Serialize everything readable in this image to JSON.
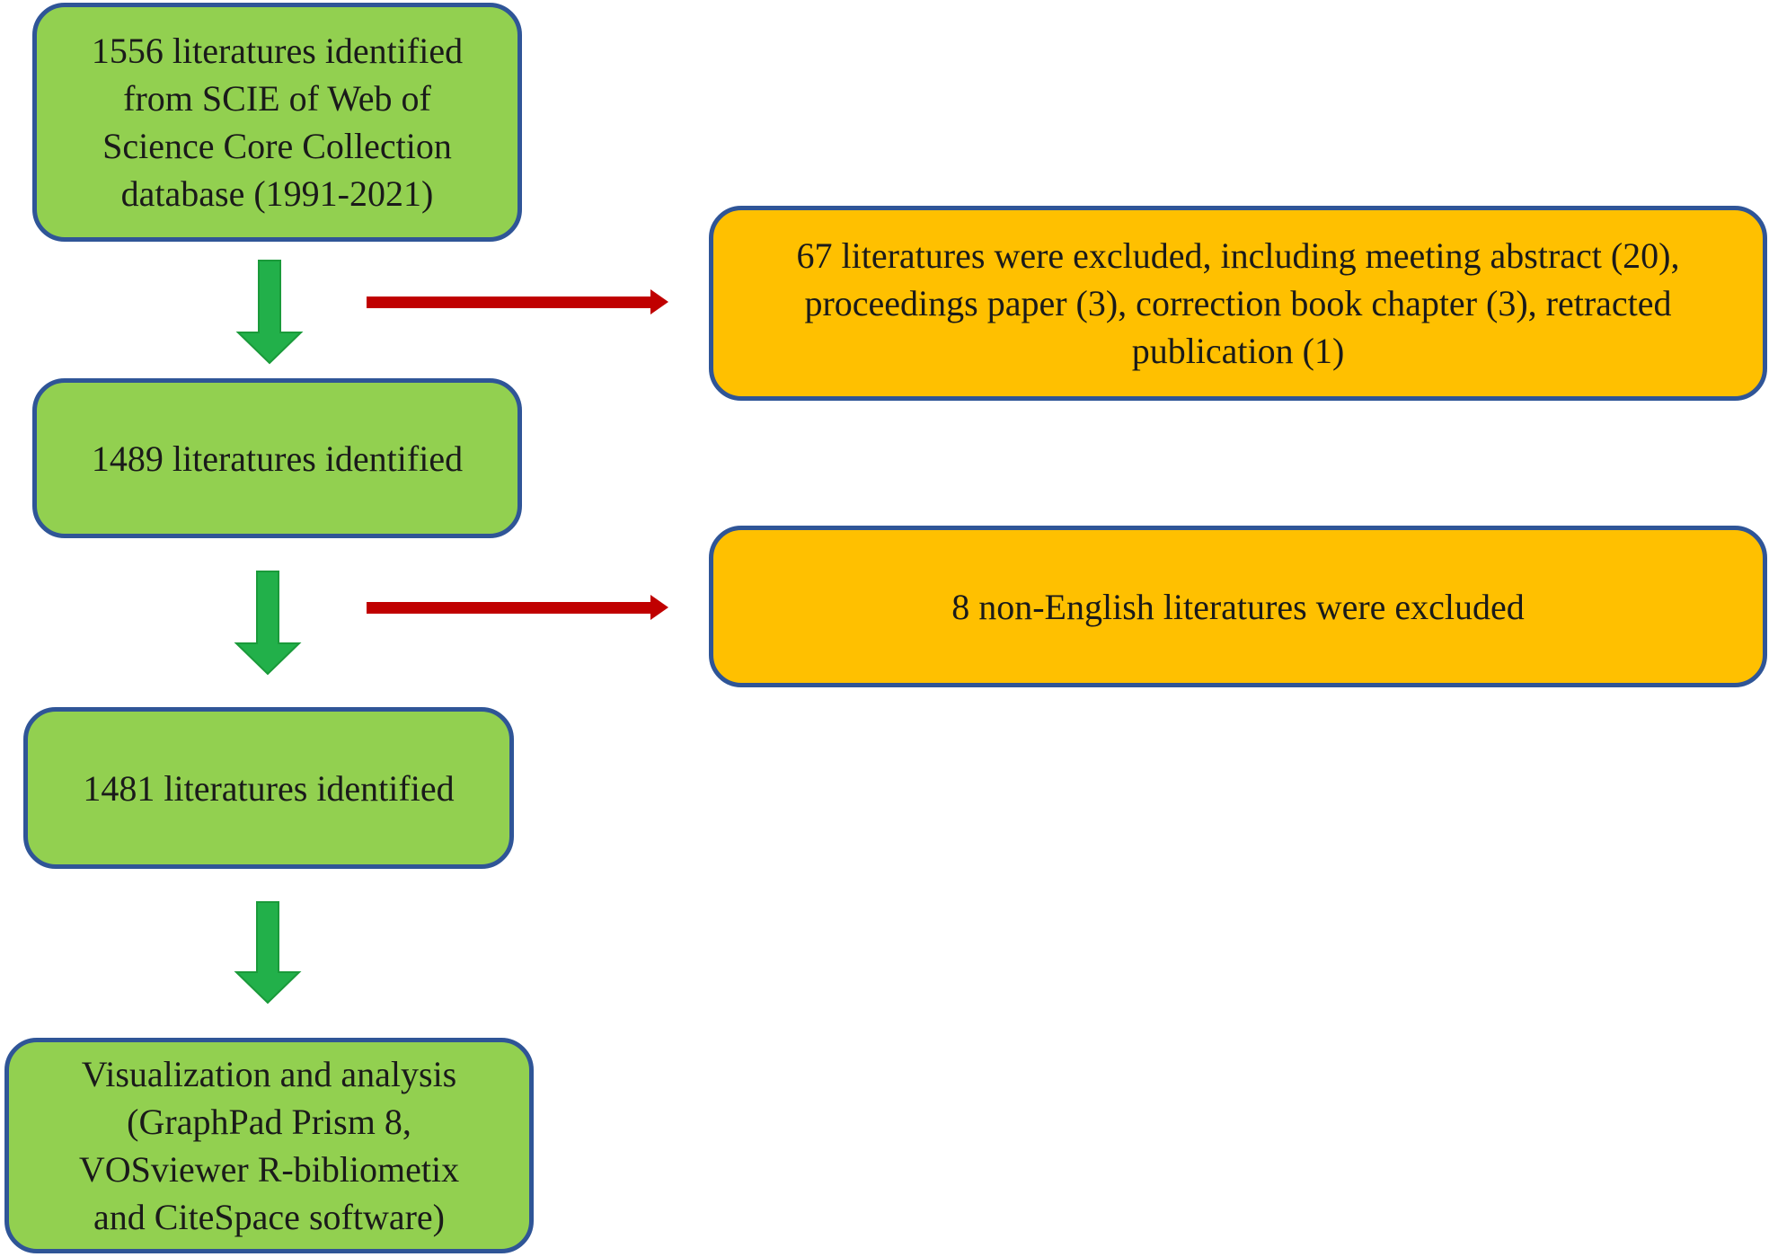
{
  "diagram": {
    "steps": [
      {
        "text": "1556 literatures identified\nfrom SCIE of Web of\nScience Core Collection\ndatabase (1991-2021)"
      },
      {
        "text": "1489 literatures identified"
      },
      {
        "text": "1481 literatures identified"
      },
      {
        "text": "Visualization and analysis\n(GraphPad Prism 8,\nVOSviewer  R-bibliometix\nand CiteSpace software)"
      }
    ],
    "exclusions": [
      {
        "text": "67 literatures were excluded, including meeting abstract (20),\nproceedings paper (3), correction book chapter (3), retracted\npublication (1)"
      },
      {
        "text": "8 non-English literatures were excluded"
      }
    ]
  },
  "colors": {
    "step_fill": "#92d050",
    "exclusion_fill": "#ffc000",
    "border": "#2f5597",
    "flow_arrow": "#22b04a",
    "exclusion_arrow": "#c00000"
  }
}
